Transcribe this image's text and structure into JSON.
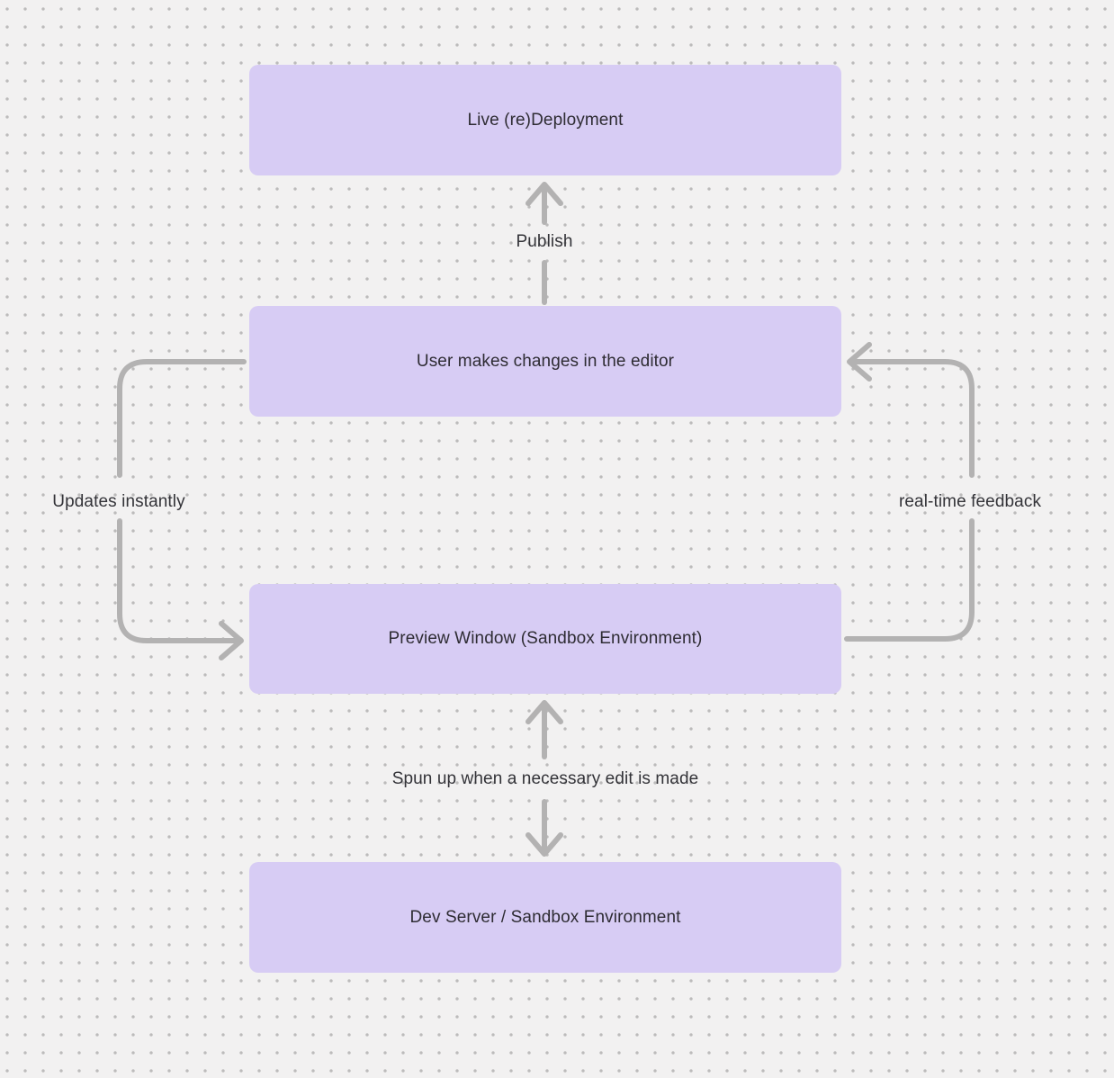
{
  "theme": {
    "canvas-bg": "#f2f1f1",
    "dot-color": "#bcbbbb",
    "node-fill": "#d7ccf4",
    "node-text": "#2e2c33",
    "arrow-color": "#b3b2b2",
    "label-color": "#333338"
  },
  "nodes": [
    {
      "id": "live-redeployment",
      "label": "Live (re)Deployment"
    },
    {
      "id": "editor",
      "label": "User makes changes in the editor"
    },
    {
      "id": "preview-window",
      "label": "Preview Window (Sandbox Environment)"
    },
    {
      "id": "dev-server",
      "label": "Dev Server / Sandbox Environment"
    }
  ],
  "edges": [
    {
      "label": "Publish",
      "from": "editor",
      "to": "live-redeployment",
      "style": "straight-up"
    },
    {
      "label": "Updates instantly",
      "from": "editor",
      "to": "preview-window",
      "style": "left-loop"
    },
    {
      "label": "real-time feedback",
      "from": "preview-window",
      "to": "editor",
      "style": "right-loop"
    },
    {
      "label": "Spun up when a necessary edit is made",
      "from": "preview-window",
      "to": "dev-server",
      "style": "bidirectional"
    }
  ]
}
